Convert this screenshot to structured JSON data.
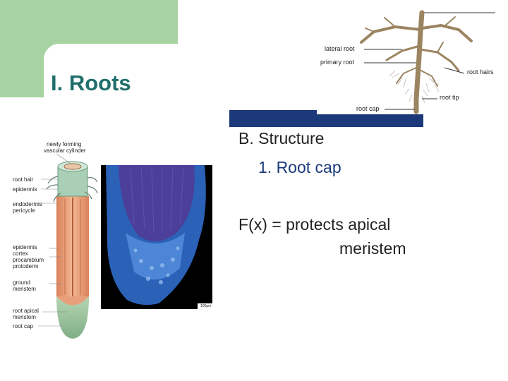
{
  "title": "I. Roots",
  "bullets": {
    "heading": "B. Structure",
    "item": "1. Root cap",
    "function_line1": "F(x) = protects apical",
    "function_line2": "meristem"
  },
  "root_system_labels": {
    "lateral_root": "lateral root",
    "primary_root": "primary root",
    "root_hairs": "root hairs",
    "root_tip": "root tip",
    "root_cap": "root cap"
  },
  "root_tip_labels": {
    "newly_forming": "newly forming",
    "vascular_cylinder": "vascular cylinder",
    "root_hair": "root hair",
    "epidermis_top": "epidermis",
    "endodermis": "endodermis",
    "pericycle": "pericycle",
    "epidermis": "epidermis",
    "cortex": "cortex",
    "procambium": "procambium",
    "protoderm": "protoderm",
    "ground": "ground",
    "meristem": "meristem",
    "root_apical": "root apical",
    "meristem2": "meristem",
    "root_cap": "root cap"
  },
  "micrograph": {
    "scale_label": "100μm"
  },
  "colors": {
    "green_deco": "#a7d2a2",
    "title_teal": "#1f6f6b",
    "navy": "#1c3a7a"
  }
}
